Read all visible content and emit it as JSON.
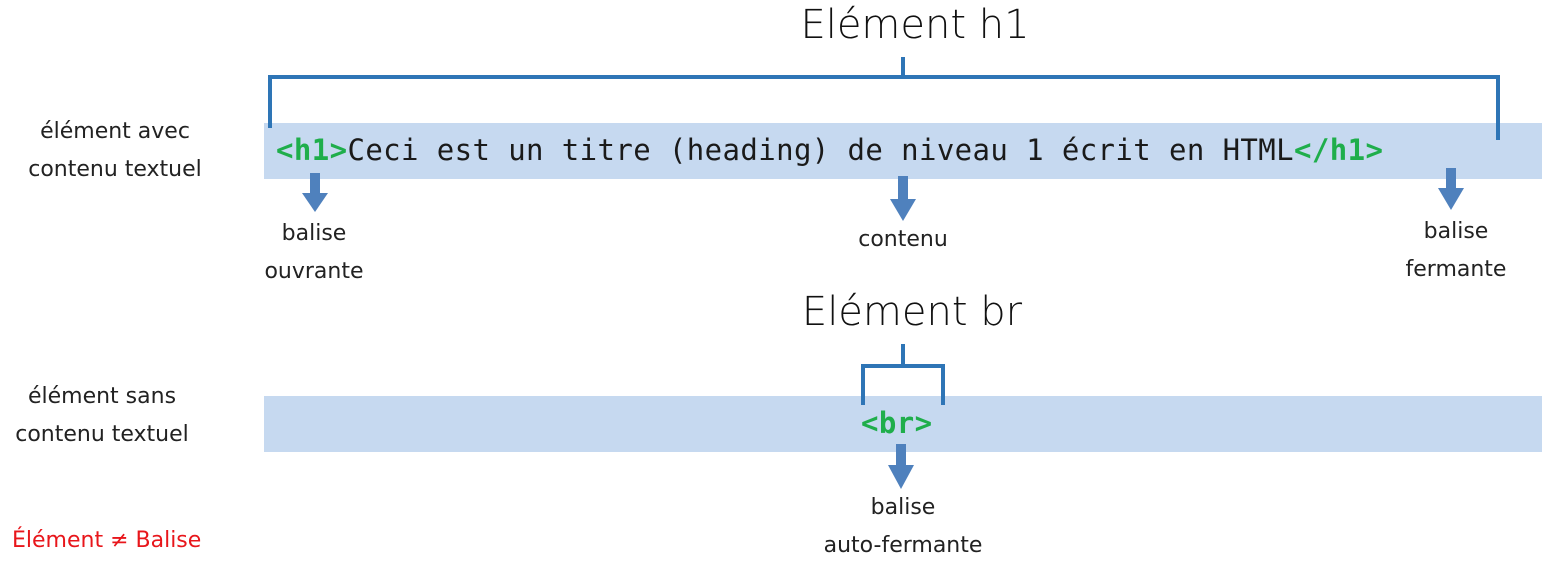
{
  "h1_section": {
    "title": "Elément h1",
    "side_label_line1": "élément avec",
    "side_label_line2": "contenu textuel",
    "code": {
      "open_tag": "<h1>",
      "content": "Ceci est un titre (heading) de niveau 1 écrit en HTML",
      "close_tag": "</h1>"
    },
    "annotations": {
      "open_line1": "balise",
      "open_line2": "ouvrante",
      "content": "contenu",
      "close_line1": "balise",
      "close_line2": "fermante"
    }
  },
  "br_section": {
    "title": "Elément br",
    "side_label_line1": "élément sans",
    "side_label_line2": "contenu textuel",
    "code": {
      "tag": "<br>"
    },
    "annotations": {
      "line1": "balise",
      "line2": "auto-fermante"
    }
  },
  "footer_note": "Élément ≠ Balise",
  "colors": {
    "band": "#c6d9f0",
    "tag": "#1fae4b",
    "bracket": "#2e75b6",
    "arrow": "#4f81bd",
    "note": "#e8161b"
  }
}
